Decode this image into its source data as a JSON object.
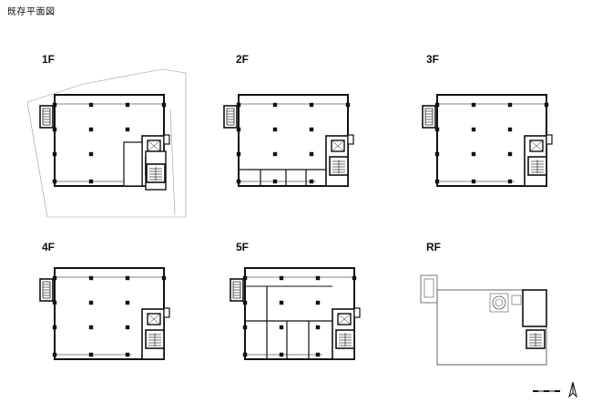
{
  "title": "既存平面図",
  "floors": [
    {
      "label": "1F"
    },
    {
      "label": "2F"
    },
    {
      "label": "3F"
    },
    {
      "label": "4F"
    },
    {
      "label": "5F"
    },
    {
      "label": "RF"
    }
  ],
  "north_icon": "north-arrow-icon",
  "scale_icon": "scale-bar-icon"
}
